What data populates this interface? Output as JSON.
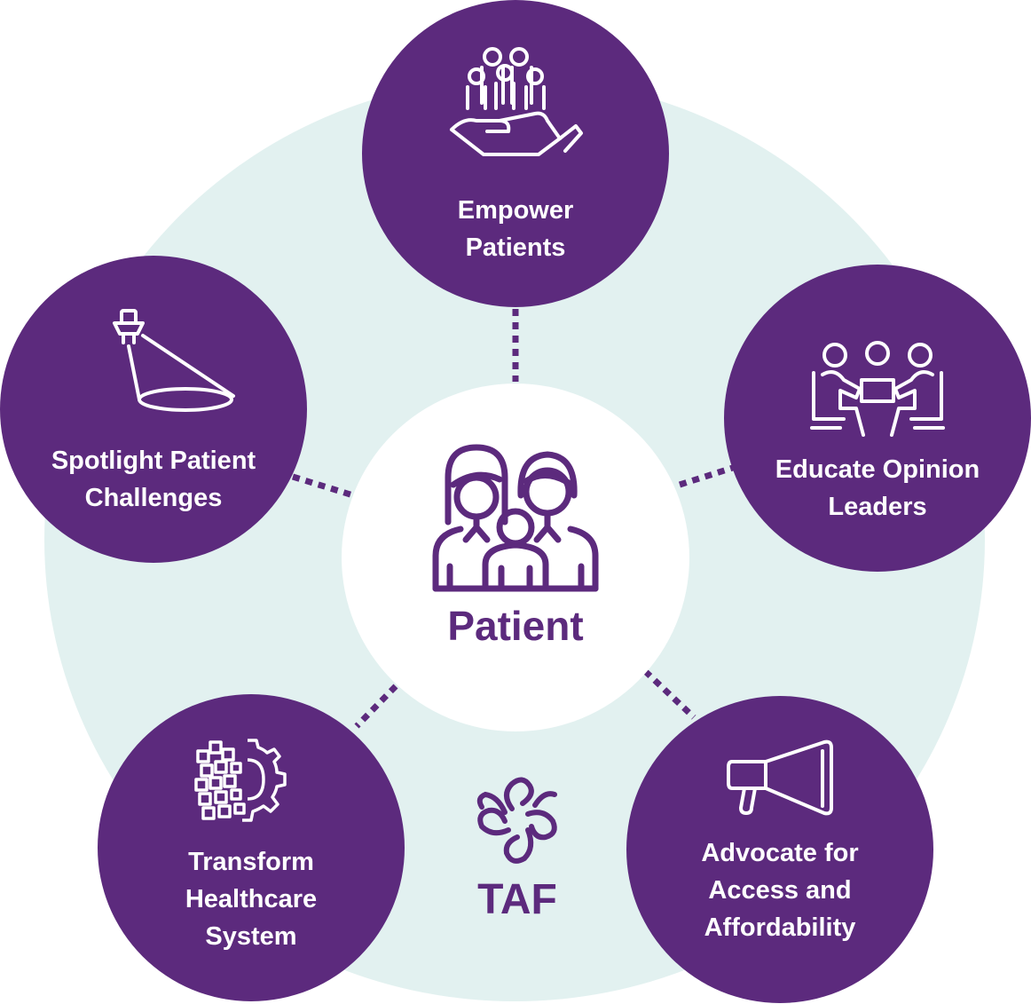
{
  "center": {
    "label": "Patient",
    "icon": "family-icon"
  },
  "nodes": {
    "empower": {
      "lines": [
        "Empower",
        "Patients"
      ],
      "icon": "hand-holding-people-icon"
    },
    "spotlight": {
      "lines": [
        "Spotlight Patient",
        "Challenges"
      ],
      "icon": "spotlight-icon"
    },
    "educate": {
      "lines": [
        "Educate Opinion",
        "Leaders"
      ],
      "icon": "meeting-people-icon"
    },
    "transform": {
      "lines": [
        "Transform",
        "Healthcare",
        "System"
      ],
      "icon": "digital-gear-icon"
    },
    "advocate": {
      "lines": [
        "Advocate for",
        "Access and",
        "Affordability"
      ],
      "icon": "megaphone-icon"
    }
  },
  "logo": {
    "text": "TAF",
    "icon": "taf-knot-logo-icon"
  },
  "colors": {
    "purple": "#5c2a7d",
    "ring": "#e2f1f0",
    "white": "#ffffff"
  }
}
